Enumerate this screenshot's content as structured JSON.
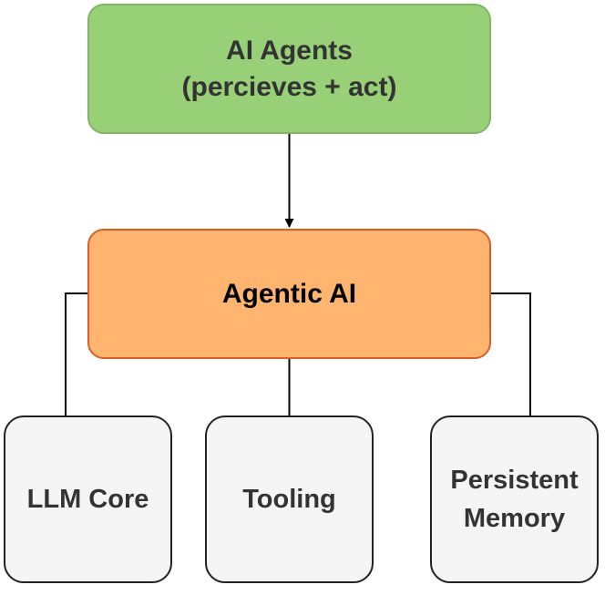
{
  "diagram": {
    "top_node": {
      "line1": "AI Agents",
      "line2": "(percieves + act)"
    },
    "middle_node": {
      "label": "Agentic AI"
    },
    "components": [
      {
        "line1": "LLM Core",
        "line2": ""
      },
      {
        "line1": "Tooling",
        "line2": ""
      },
      {
        "line1": "Persistent",
        "line2": "Memory"
      }
    ]
  },
  "colors": {
    "top_fill": "#97d077",
    "top_stroke": "#82b366",
    "middle_fill": "#ffb570",
    "middle_stroke": "#d6602a",
    "leaf_fill": "#f5f5f5",
    "leaf_stroke": "#222222",
    "connector": "#000000"
  }
}
